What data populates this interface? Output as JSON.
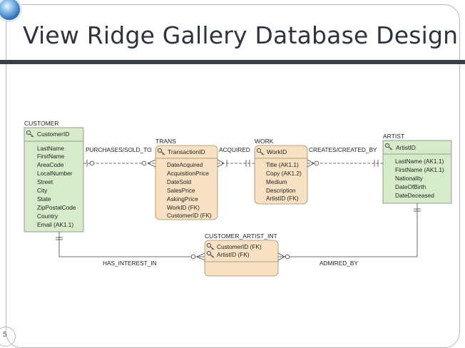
{
  "slide": {
    "title": "View Ridge Gallery Database Design",
    "page_number": "5"
  },
  "diagram": {
    "entities": {
      "customer": {
        "name": "CUSTOMER",
        "key": "CustomerID",
        "attributes": [
          "LastName",
          "FirstName",
          "AreaCode",
          "LocalNumber",
          "Street",
          "City",
          "State",
          "ZipPostalCode",
          "Country",
          "Email (AK1.1)"
        ]
      },
      "trans": {
        "name": "TRANS",
        "key": "TransactionID",
        "attributes": [
          "DateAcquired",
          "AcquisitionPrice",
          "DateSold",
          "SalesPrice",
          "AskingPrice",
          "WorkID (FK)",
          "CustomerID (FK)"
        ]
      },
      "work": {
        "name": "WORK",
        "key": "WorkID",
        "attributes": [
          "Title (AK1.1)",
          "Copy (AK1.2)",
          "Medium",
          "Description",
          "ArtistID (FK)"
        ]
      },
      "artist": {
        "name": "ARTIST",
        "key": "ArtistID",
        "attributes": [
          "LastName (AK1.1)",
          "FirstName (AK1.1)",
          "Nationality",
          "DateOfBirth",
          "DateDeceased"
        ]
      },
      "customer_artist_int": {
        "name": "CUSTOMER_ARTIST_INT",
        "keys": [
          "CustomerID (FK)",
          "ArtistID (FK)"
        ]
      }
    },
    "relationships": {
      "purchases": "PURCHASES/SOLD_TO",
      "acquired": "ACQUIRED",
      "creates": "CREATES/CREATED_BY",
      "has_interest": "HAS_INTEREST_IN",
      "admired": "ADMIRED_BY"
    },
    "colors": {
      "strong_entity": "#d6ebc9",
      "weak_entity": "#f8e1c2",
      "entity_border": "#7a8a7a",
      "line": "#444444"
    }
  }
}
